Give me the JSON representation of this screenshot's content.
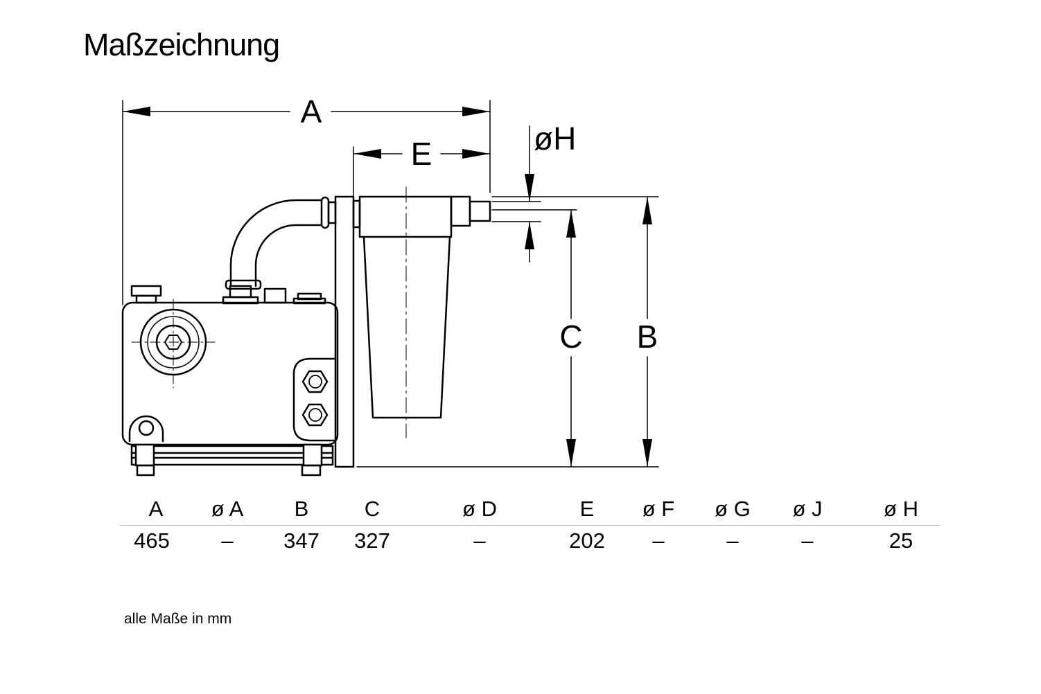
{
  "title": "Maßzeichnung",
  "drawing": {
    "dimension_labels": {
      "A": "A",
      "E": "E",
      "H": "øH",
      "C": "C",
      "B": "B"
    }
  },
  "table": {
    "headers": [
      "A",
      "ø A",
      "B",
      "C",
      "ø D",
      "E",
      "ø F",
      "ø G",
      "ø J",
      "ø H"
    ],
    "values": [
      "465",
      "–",
      "347",
      "327",
      "–",
      "202",
      "–",
      "–",
      "–",
      "25"
    ]
  },
  "footnote": "alle Maße in mm"
}
